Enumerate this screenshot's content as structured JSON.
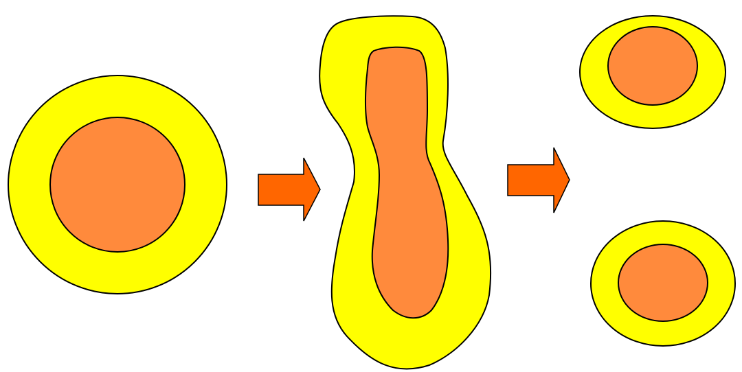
{
  "diagram": {
    "description_free": true,
    "colors": {
      "outer_fill": "#FFFF00",
      "inner_fill": "#FF8A3C",
      "arrow_fill": "#FF6600",
      "stroke": "#000000",
      "background": "#FFFFFF"
    },
    "stages": [
      "single-cell",
      "dividing-cell",
      "daughter-cells"
    ],
    "arrows": [
      "arrow-right",
      "arrow-right"
    ]
  }
}
